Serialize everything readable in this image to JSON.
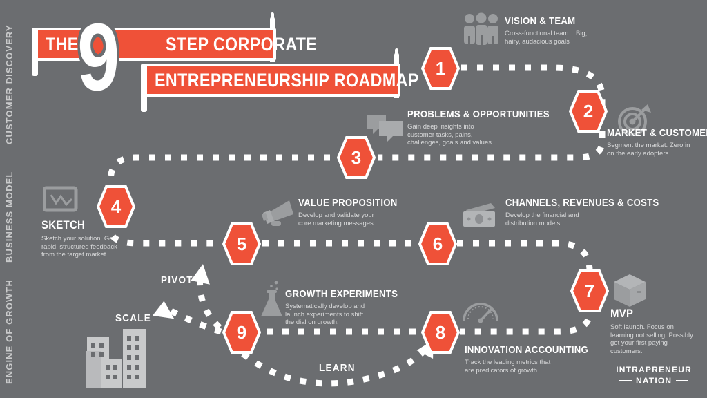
{
  "title": {
    "line0": "THE",
    "number": "9",
    "line1": "STEP CORPORATE",
    "line2": "ENTREPRENEURSHIP ROADMAP"
  },
  "phases": [
    {
      "label": "CUSTOMER DISCOVERY"
    },
    {
      "label": "BUSINESS MODEL"
    },
    {
      "label": "ENGINE OF GROWTH"
    }
  ],
  "steps": [
    {
      "number": "1",
      "heading": "VISION & TEAM",
      "body": "Cross-functional team... Big, hairy, audacious goals",
      "icon": "team-icon"
    },
    {
      "number": "2",
      "heading": "MARKET & CUSTOMER",
      "body": "Segment the market. Zero in on the early adopters.",
      "icon": "target-icon"
    },
    {
      "number": "3",
      "heading": "PROBLEMS & OPPORTUNITIES",
      "body": "Gain deep insights into customer tasks, pains, challenges, goals and values.",
      "icon": "speech-bubbles-icon"
    },
    {
      "number": "4",
      "heading": "SKETCH",
      "body": "Sketch your solution. Get rapid, structured feedback from the target market.",
      "icon": "sketch-icon"
    },
    {
      "number": "5",
      "heading": "VALUE PROPOSITION",
      "body": "Develop and validate your core marketing messages.",
      "icon": "megaphone-icon"
    },
    {
      "number": "6",
      "heading": "CHANNELS, REVENUES & COSTS",
      "body": "Develop the financial and distribution models.",
      "icon": "money-icon"
    },
    {
      "number": "7",
      "heading": "MVP",
      "body": "Soft launch. Focus on learning not selling. Possibly get your first paying customers.",
      "icon": "box-icon"
    },
    {
      "number": "8",
      "heading": "INNOVATION ACCOUNTING",
      "body": "Track the leading metrics that are predicators of growth.",
      "icon": "gauge-icon"
    },
    {
      "number": "9",
      "heading": "GROWTH EXPERIMENTS",
      "body": "Systematically develop and launch experiments to shift the dial on growth.",
      "icon": "flask-icon"
    }
  ],
  "flow_labels": {
    "pivot": "PIVOT",
    "scale": "SCALE",
    "learn": "LEARN"
  },
  "logo": {
    "line1": "INTRAPRENEUR",
    "line2": "NATION"
  },
  "colors": {
    "background": "#6b6d70",
    "accent": "#ef5138",
    "white": "#ffffff",
    "icon_gray": "#9b9d9f",
    "body_text": "#d8d9da"
  }
}
